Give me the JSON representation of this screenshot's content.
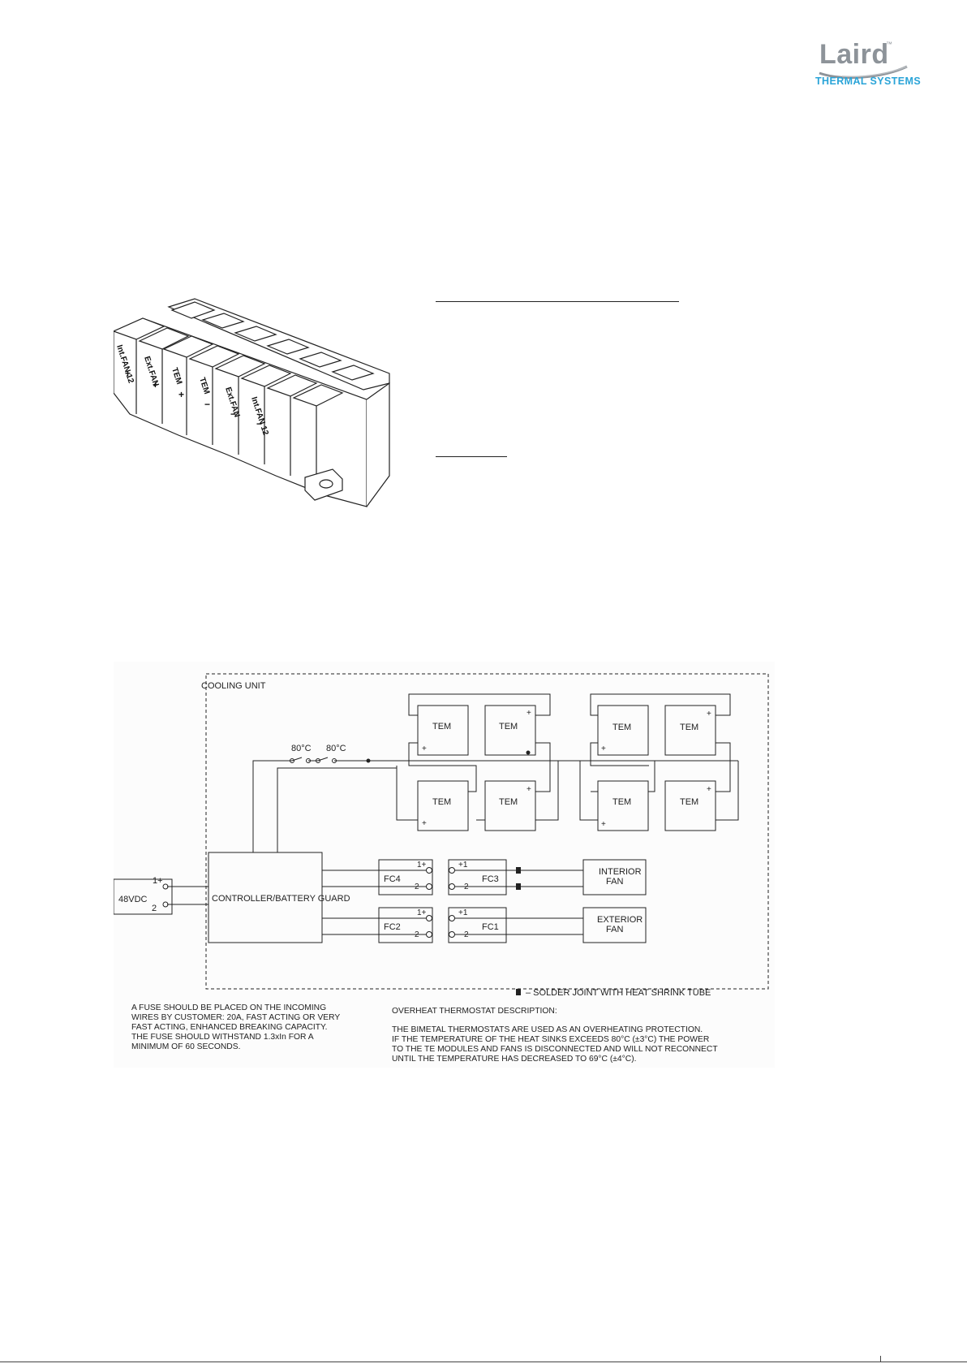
{
  "logo": {
    "word": "Laird",
    "tm": "™",
    "subtitle": "THERMAL SYSTEMS",
    "colors": {
      "gray": "#8d9399",
      "blue": "#2aa4d8"
    }
  },
  "terminal_block": {
    "labels": [
      "Int.FAN 12",
      "Ext.FAN",
      "TEM",
      "TEM",
      "Ext.FAN",
      "Int.FAN 12"
    ],
    "polarity": [
      "+",
      "+",
      "+",
      "−",
      "−",
      "−"
    ]
  },
  "diagram": {
    "boundary_label": "COOLING UNIT",
    "thermostats": [
      "80°C",
      "80°C"
    ],
    "tem_label": "TEM",
    "plus": "+",
    "controller": "CONTROLLER/BATTERY GUARD",
    "supply": {
      "label": "48VDC",
      "pin1": "1+",
      "pin2": "2"
    },
    "connectors": {
      "fc4": "FC4",
      "fc3": "FC3",
      "fc2": "FC2",
      "fc1": "FC1",
      "pin_1plus": "1+",
      "pin_plus1": "+1",
      "pin_2": "2"
    },
    "fans": {
      "interior_line1": "INTERIOR",
      "interior_line2": "FAN",
      "exterior_line1": "EXTERIOR",
      "exterior_line2": "FAN"
    },
    "legend": "– SOLDER JOINT WITH HEAT SHRINK TUBE",
    "fuse_note": [
      "A FUSE SHOULD BE PLACED ON THE INCOMING",
      "WIRES BY CUSTOMER: 20A, FAST ACTING OR VERY",
      "FAST ACTING, ENHANCED BREAKING CAPACITY.",
      "THE FUSE SHOULD WITHSTAND 1.3xIn FOR A",
      "MINIMUM OF 60 SECONDS."
    ],
    "thermostat_title": "OVERHEAT THERMOSTAT DESCRIPTION:",
    "thermostat_note": [
      "THE BIMETAL THERMOSTATS ARE USED AS AN OVERHEATING PROTECTION.",
      "IF THE TEMPERATURE OF THE HEAT SINKS EXCEEDS 80°C (±3°C) THE POWER",
      "TO THE TE MODULES AND FANS IS DISCONNECTED AND WILL NOT RECONNECT",
      "UNTIL THE TEMPERATURE HAS DECREASED TO 69°C (±4°C)."
    ]
  }
}
